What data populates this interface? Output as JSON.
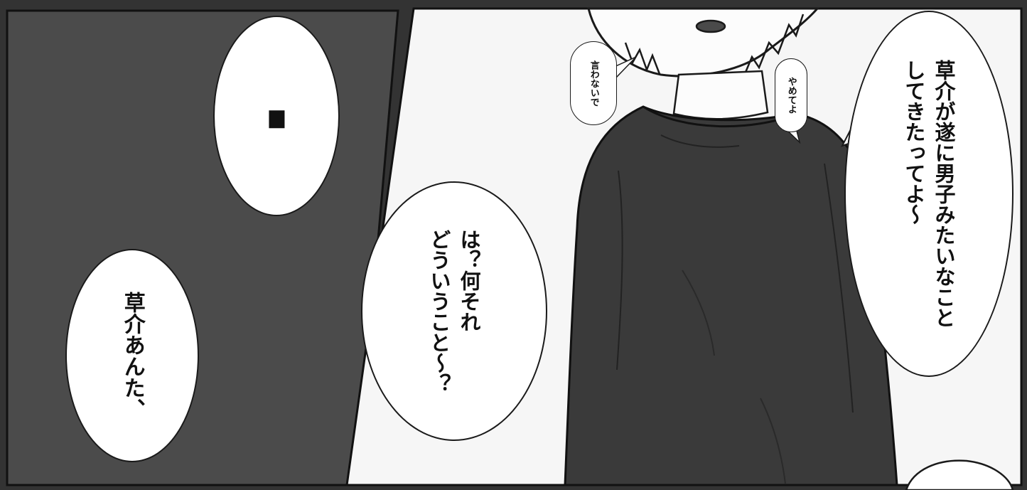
{
  "panels": {
    "left": {
      "background": "#4a4a4a",
      "bubbles": [
        {
          "text": "―"
        },
        {
          "text": "草介あんた、"
        }
      ]
    },
    "right": {
      "background": "#f6f6f6",
      "bubbles": [
        {
          "text": "草介が遂に男子みたいなこと\nしてきたってよ～"
        },
        {
          "text": "は？何それ\nどういうこと～？"
        }
      ],
      "whispers": [
        {
          "text": "やめてよ"
        },
        {
          "text": "言わないで"
        }
      ]
    }
  },
  "colors": {
    "frame": "#333333",
    "ink": "#1a1a1a",
    "shirt": "#3a3a3a",
    "skin": "#fcfcfc"
  }
}
